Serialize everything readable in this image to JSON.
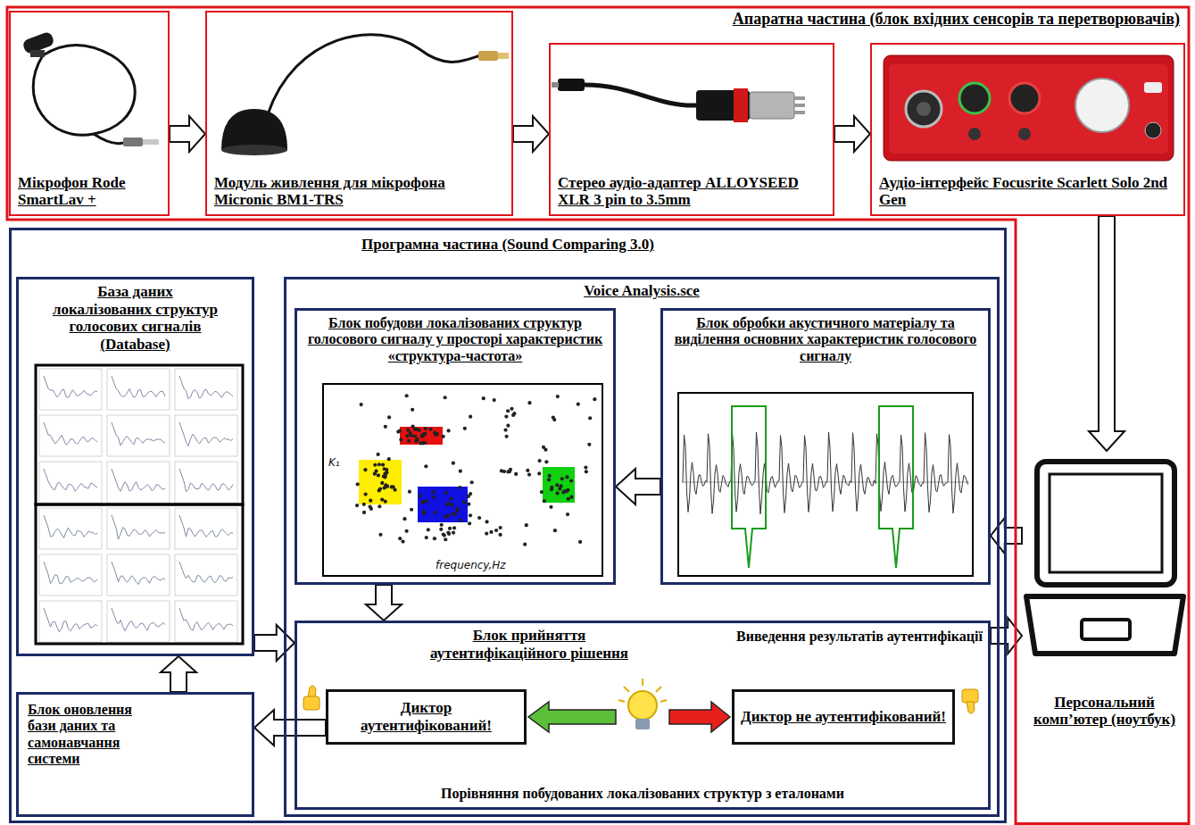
{
  "diagram": {
    "nodes": [
      {
        "text": [
          "Апаратна частина (блок вхідних сенсорів та перетворювачів)"
        ]
      },
      {
        "text": [
          "Мікрофон Rode SmartLav +"
        ],
        "in": 0
      },
      {
        "text": [
          "Модуль живлення для мікрофона Micronic BM1-TRS"
        ],
        "in": 0
      },
      {
        "text": [
          "Стерео аудіо-адаптер ALLOYSEED XLR 3 pin to 3.5mm"
        ],
        "in": 0
      },
      {
        "text": [
          "Аудіо-інтерфейс Focusrite Scarlett Solo 2nd Gen"
        ],
        "in": 0
      },
      {
        "text": [
          "Персональний комп’ютер (ноутбук)"
        ],
        "in": 0
      },
      {
        "text": [
          "Програмна частина (Sound Comparing 3.0)"
        ]
      },
      {
        "text": [
          "База даних локалізованих структур голосових сигналів (Database)"
        ],
        "in": 6
      },
      {
        "text": [
          "Блок оновлення бази даних та самонавчання системи"
        ],
        "in": 6
      },
      {
        "text": [
          "Voice Analysis.sce"
        ],
        "in": 6
      },
      {
        "text": [
          "Блок побудови локалізованих структур голосового сигналу у просторі характеристик «структура-частота»"
        ],
        "in": 9
      },
      {
        "text": [
          "Блок обробки акустичного матеріалу та виділення основних характеристик голосового сигналу"
        ],
        "in": 9
      },
      {
        "text": [
          "Блок прийняття аутентифікаційного рішення",
          "Порівняння побудованих локалізованих структур з еталонами"
        ],
        "in": 9
      },
      {
        "text": [
          "Диктор аутентифікований!"
        ],
        "in": 12
      },
      {
        "text": [
          "Диктор не аутентифікований!"
        ],
        "in": 12
      }
    ],
    "edges": [
      {
        "from": 1,
        "to": 2,
        "arrow": "to"
      },
      {
        "from": 2,
        "to": 3,
        "arrow": "to"
      },
      {
        "from": 3,
        "to": 4,
        "arrow": "to"
      },
      {
        "from": 4,
        "to": 5,
        "arrow": "to"
      },
      {
        "from": 5,
        "to": 11,
        "arrow": "to"
      },
      {
        "from": 11,
        "to": 10,
        "arrow": "to"
      },
      {
        "from": 10,
        "to": 12,
        "arrow": "to"
      },
      {
        "from": 7,
        "to": 12,
        "arrow": "to"
      },
      {
        "from": 12,
        "to": 5,
        "label": "Виведення результатів аутентифікації",
        "arrow": "to"
      },
      {
        "from": 13,
        "to": 8,
        "arrow": "to"
      },
      {
        "from": 8,
        "to": 7,
        "arrow": "to"
      }
    ],
    "labels": [
      "K₁",
      "frequency,Hz"
    ]
  }
}
